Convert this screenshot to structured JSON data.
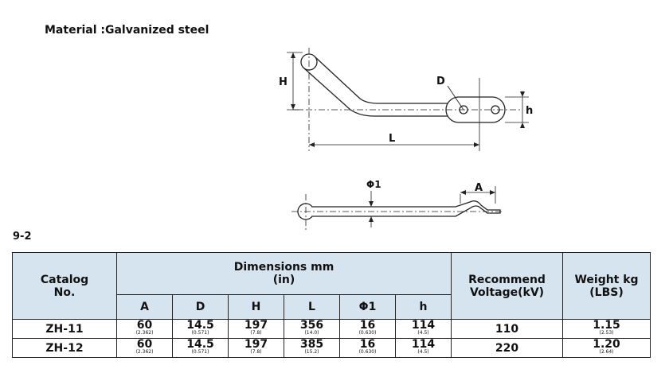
{
  "material": "Material :Galvanized steel",
  "section": "9-2",
  "drawing_labels": {
    "H": "H",
    "D": "D",
    "h": "h",
    "L": "L",
    "phi": "Φ1",
    "A": "A"
  },
  "table": {
    "catalog_header": "Catalog\nNo.",
    "dimensions_header": "Dimensions  mm",
    "dimensions_unit": "(in)",
    "voltage_header": "Recommend\nVoltage(kV)",
    "weight_header": "Weight  kg",
    "weight_unit": "(LBS)",
    "columns": [
      "A",
      "D",
      "H",
      "L",
      "Φ1",
      "h"
    ],
    "rows": [
      {
        "catalog": "ZH-11",
        "dims": [
          {
            "mm": "60",
            "in": "(2.362)"
          },
          {
            "mm": "14.5",
            "in": "(0.571)"
          },
          {
            "mm": "197",
            "in": "(7.8)"
          },
          {
            "mm": "356",
            "in": "(14.0)"
          },
          {
            "mm": "16",
            "in": "(0.630)"
          },
          {
            "mm": "114",
            "in": "(4.5)"
          }
        ],
        "voltage": "110",
        "weight": {
          "kg": "1.15",
          "lbs": "(2.53)"
        }
      },
      {
        "catalog": "ZH-12",
        "dims": [
          {
            "mm": "60",
            "in": "(2.362)"
          },
          {
            "mm": "14.5",
            "in": "(0.571)"
          },
          {
            "mm": "197",
            "in": "(7.8)"
          },
          {
            "mm": "385",
            "in": "(15.2)"
          },
          {
            "mm": "16",
            "in": "(0.630)"
          },
          {
            "mm": "114",
            "in": "(4.5)"
          }
        ],
        "voltage": "220",
        "weight": {
          "kg": "1.20",
          "lbs": "(2.64)"
        }
      }
    ]
  }
}
